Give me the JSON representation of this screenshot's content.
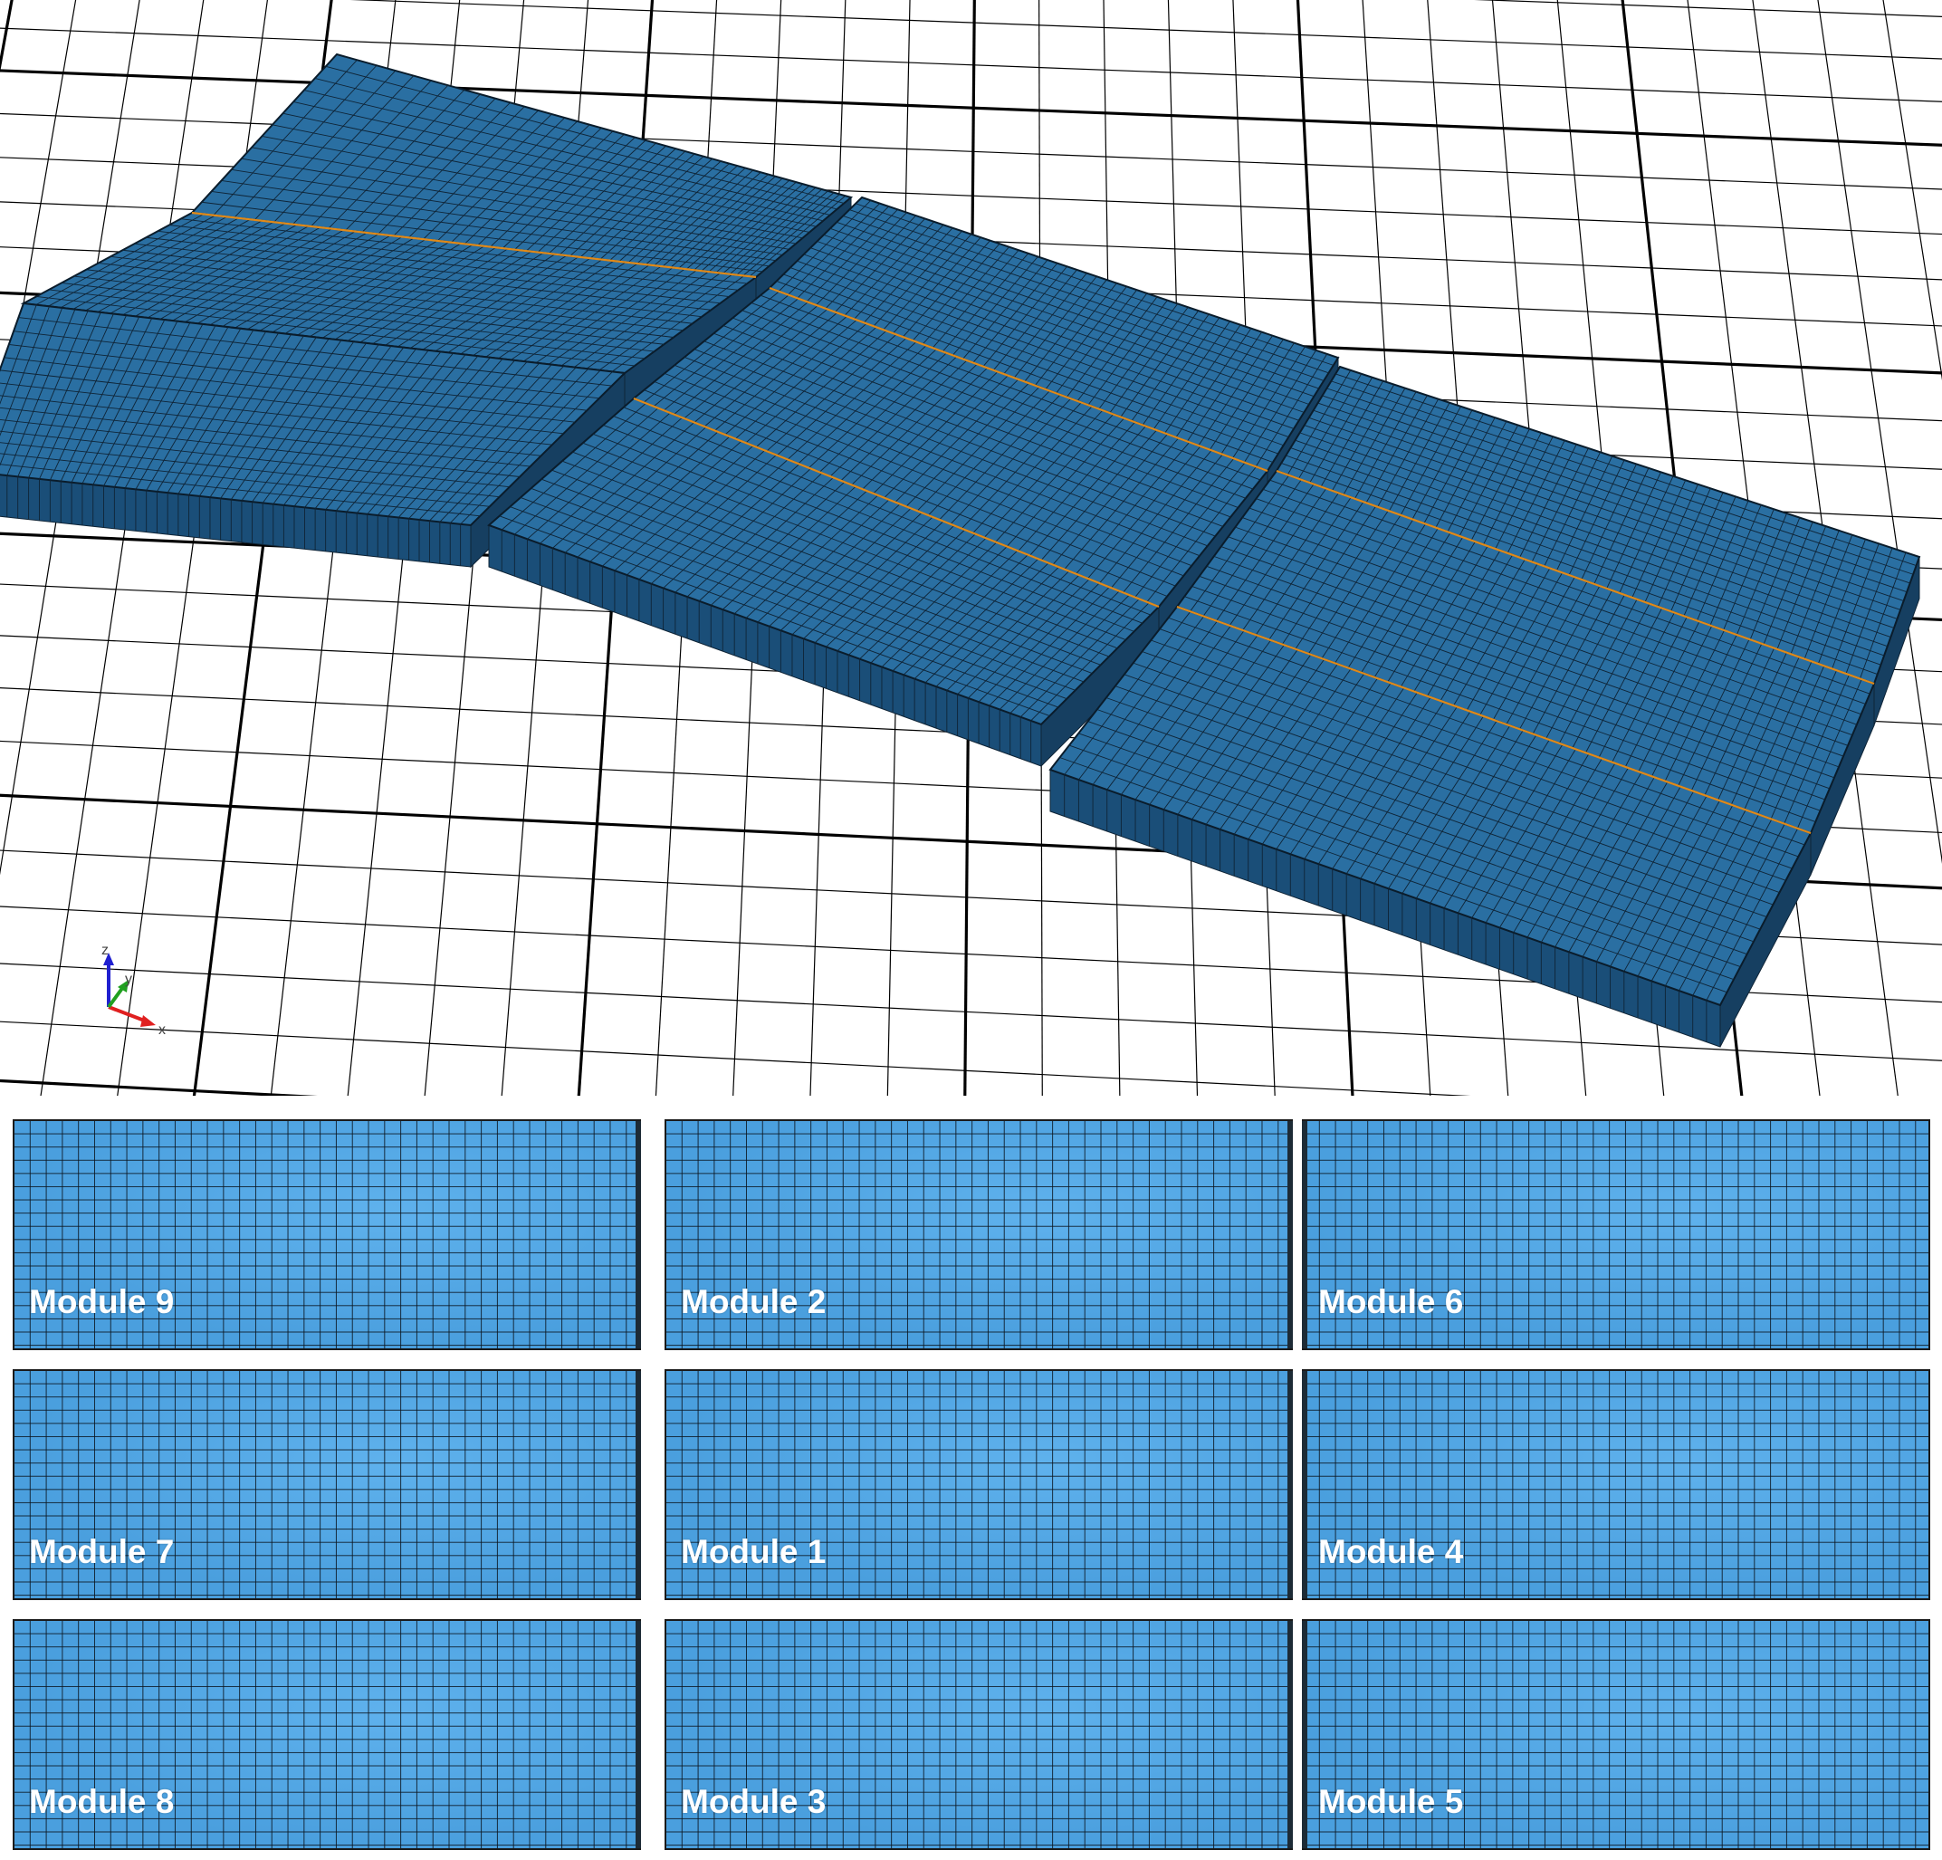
{
  "colors": {
    "floor_grid": "#000000",
    "module_top": "#2a6fa2",
    "module_side": "#1a4e78",
    "mesh_line": "#0f2436",
    "seam": "#e08a1a",
    "panel_fill": "#4a9fde",
    "axis_x": "#e02020",
    "axis_y": "#20a020",
    "axis_z": "#2020d0"
  },
  "icons": {
    "axis_triad": "xyz-axis-icon"
  },
  "axes": {
    "x": "x",
    "y": "y",
    "z": "z"
  },
  "modules": [
    {
      "label": "Module 9"
    },
    {
      "label": "Module 2"
    },
    {
      "label": "Module 6"
    },
    {
      "label": "Module 7"
    },
    {
      "label": "Module 1"
    },
    {
      "label": "Module 4"
    },
    {
      "label": "Module 8"
    },
    {
      "label": "Module 3"
    },
    {
      "label": "Module 5"
    }
  ]
}
